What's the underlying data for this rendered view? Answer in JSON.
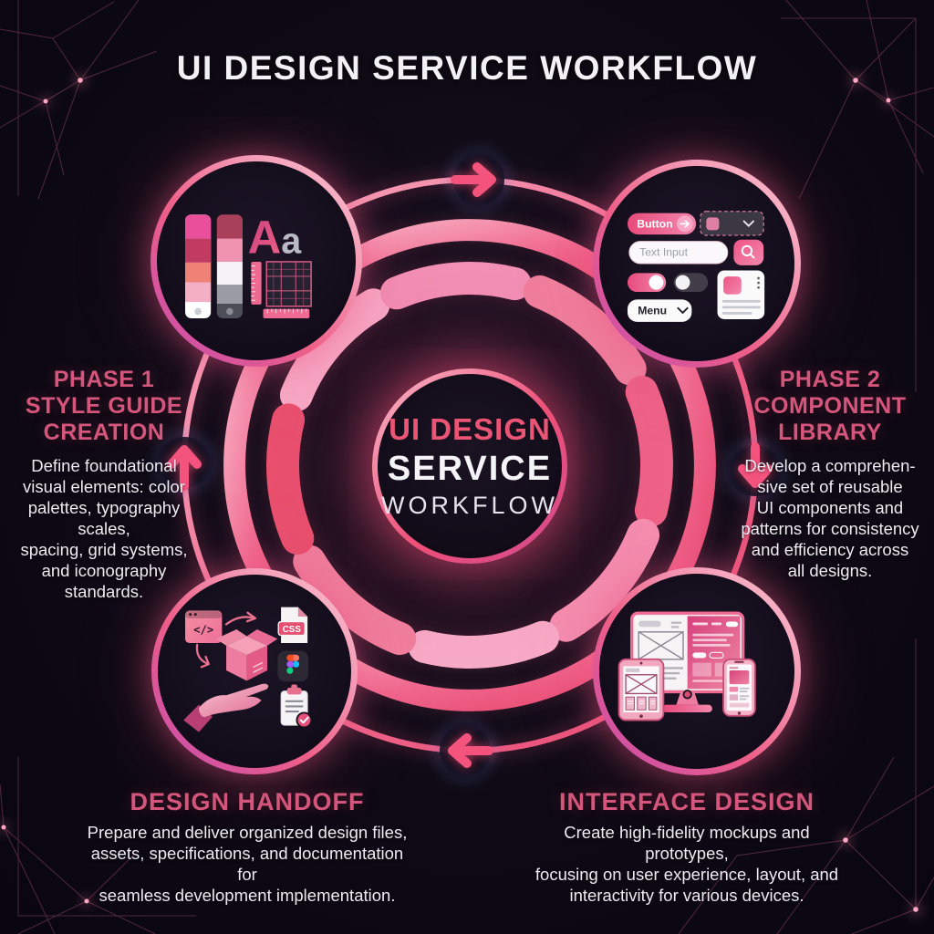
{
  "title": "UI DESIGN SERVICE WORKFLOW",
  "center_badge": {
    "line1": "UI DESIGN",
    "line2": "SERVICE",
    "line3": "WORKFLOW"
  },
  "phases": {
    "style_guide": {
      "heading": "PHASE 1\nSTYLE GUIDE\nCREATION",
      "description": "Define foundational\nvisual elements: color\npalettes, typography scales,\nspacing, grid systems,\nand iconography standards."
    },
    "component_library": {
      "heading": "PHASE 2\nCOMPONENT\nLIBRARY",
      "description": "Develop a comprehen-\nsive set of reusable\nUI components and\npatterns for consistency\nand efficiency across\nall designs."
    },
    "interface_design": {
      "heading": "INTERFACE DESIGN",
      "description": "Create high-fidelity mockups and prototypes,\nfocusing on user experience, layout, and\ninteractivity for various devices."
    },
    "design_handoff": {
      "heading": "DESIGN HANDOFF",
      "description": "Prepare and deliver organized design files,\nassets, specifications, and documentation for\nseamless development implementation."
    }
  },
  "component_samples": {
    "button_label": "Button",
    "text_input_placeholder": "Text Input",
    "menu_label": "Menu",
    "css_file_label": "CSS",
    "code_glyph": "</>",
    "letter_large": "A",
    "letter_small": "a"
  },
  "colors": {
    "background": "#0d0a13",
    "accent_pink": "#ee4d76",
    "light_pink": "#f6a8c4",
    "magenta": "#c44cae",
    "heading_pink": "#d5567c",
    "body_text": "#edebf1",
    "title_text": "#f2f1f6"
  }
}
